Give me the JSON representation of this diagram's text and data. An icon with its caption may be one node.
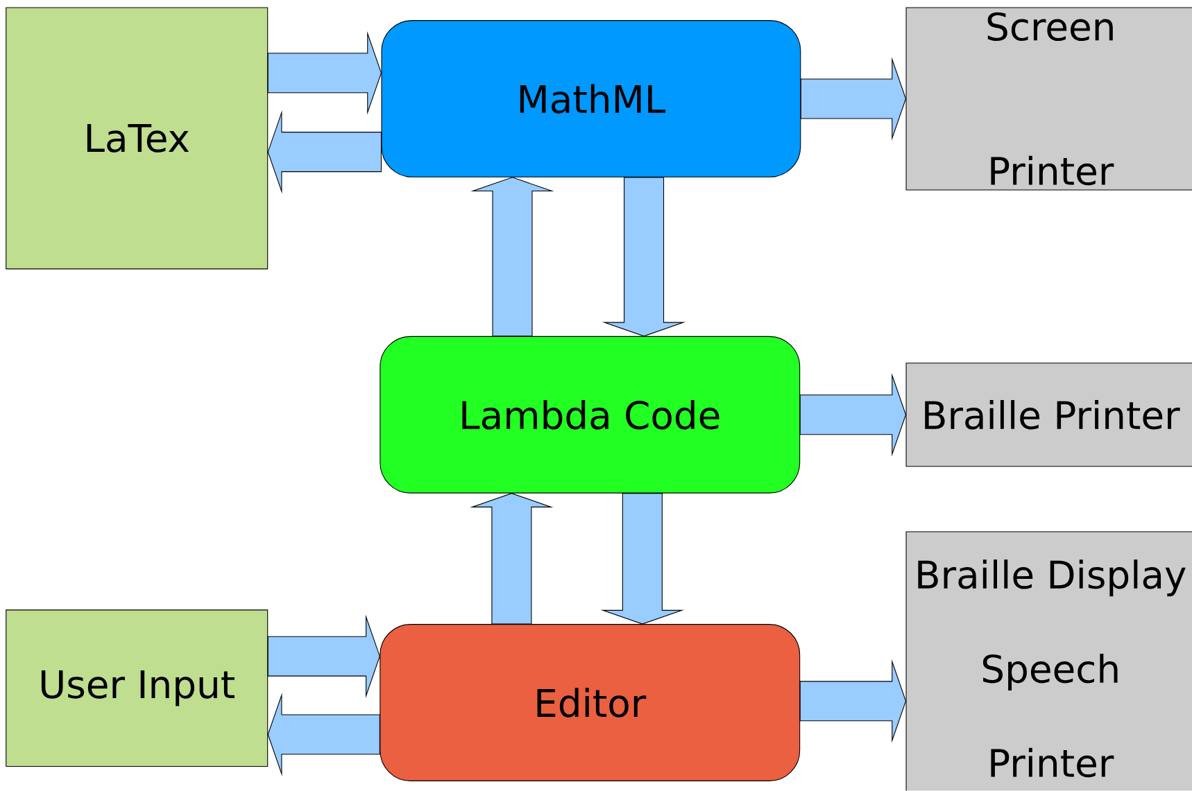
{
  "diagram": {
    "nodes": [
      {
        "text": [
          "LaTex"
        ]
      },
      {
        "text": [
          "MathML"
        ]
      },
      {
        "text": [
          "Screen",
          "Printer"
        ]
      },
      {
        "text": [
          "Lambda Code"
        ]
      },
      {
        "text": [
          "Braille Printer"
        ]
      },
      {
        "text": [
          "User Input"
        ]
      },
      {
        "text": [
          "Editor"
        ]
      },
      {
        "text": [
          "Braille Display",
          "Speech",
          "Printer"
        ]
      }
    ],
    "edges": [
      {
        "from": 0,
        "to": 1,
        "arrow": "to"
      },
      {
        "from": 1,
        "to": 0,
        "arrow": "to"
      },
      {
        "from": 1,
        "to": 2,
        "arrow": "to"
      },
      {
        "from": 3,
        "to": 1,
        "arrow": "to"
      },
      {
        "from": 1,
        "to": 3,
        "arrow": "to"
      },
      {
        "from": 3,
        "to": 4,
        "arrow": "to"
      },
      {
        "from": 6,
        "to": 3,
        "arrow": "to"
      },
      {
        "from": 3,
        "to": 6,
        "arrow": "to"
      },
      {
        "from": 5,
        "to": 6,
        "arrow": "to"
      },
      {
        "from": 6,
        "to": 5,
        "arrow": "to"
      },
      {
        "from": 6,
        "to": 7,
        "arrow": "to"
      }
    ]
  }
}
